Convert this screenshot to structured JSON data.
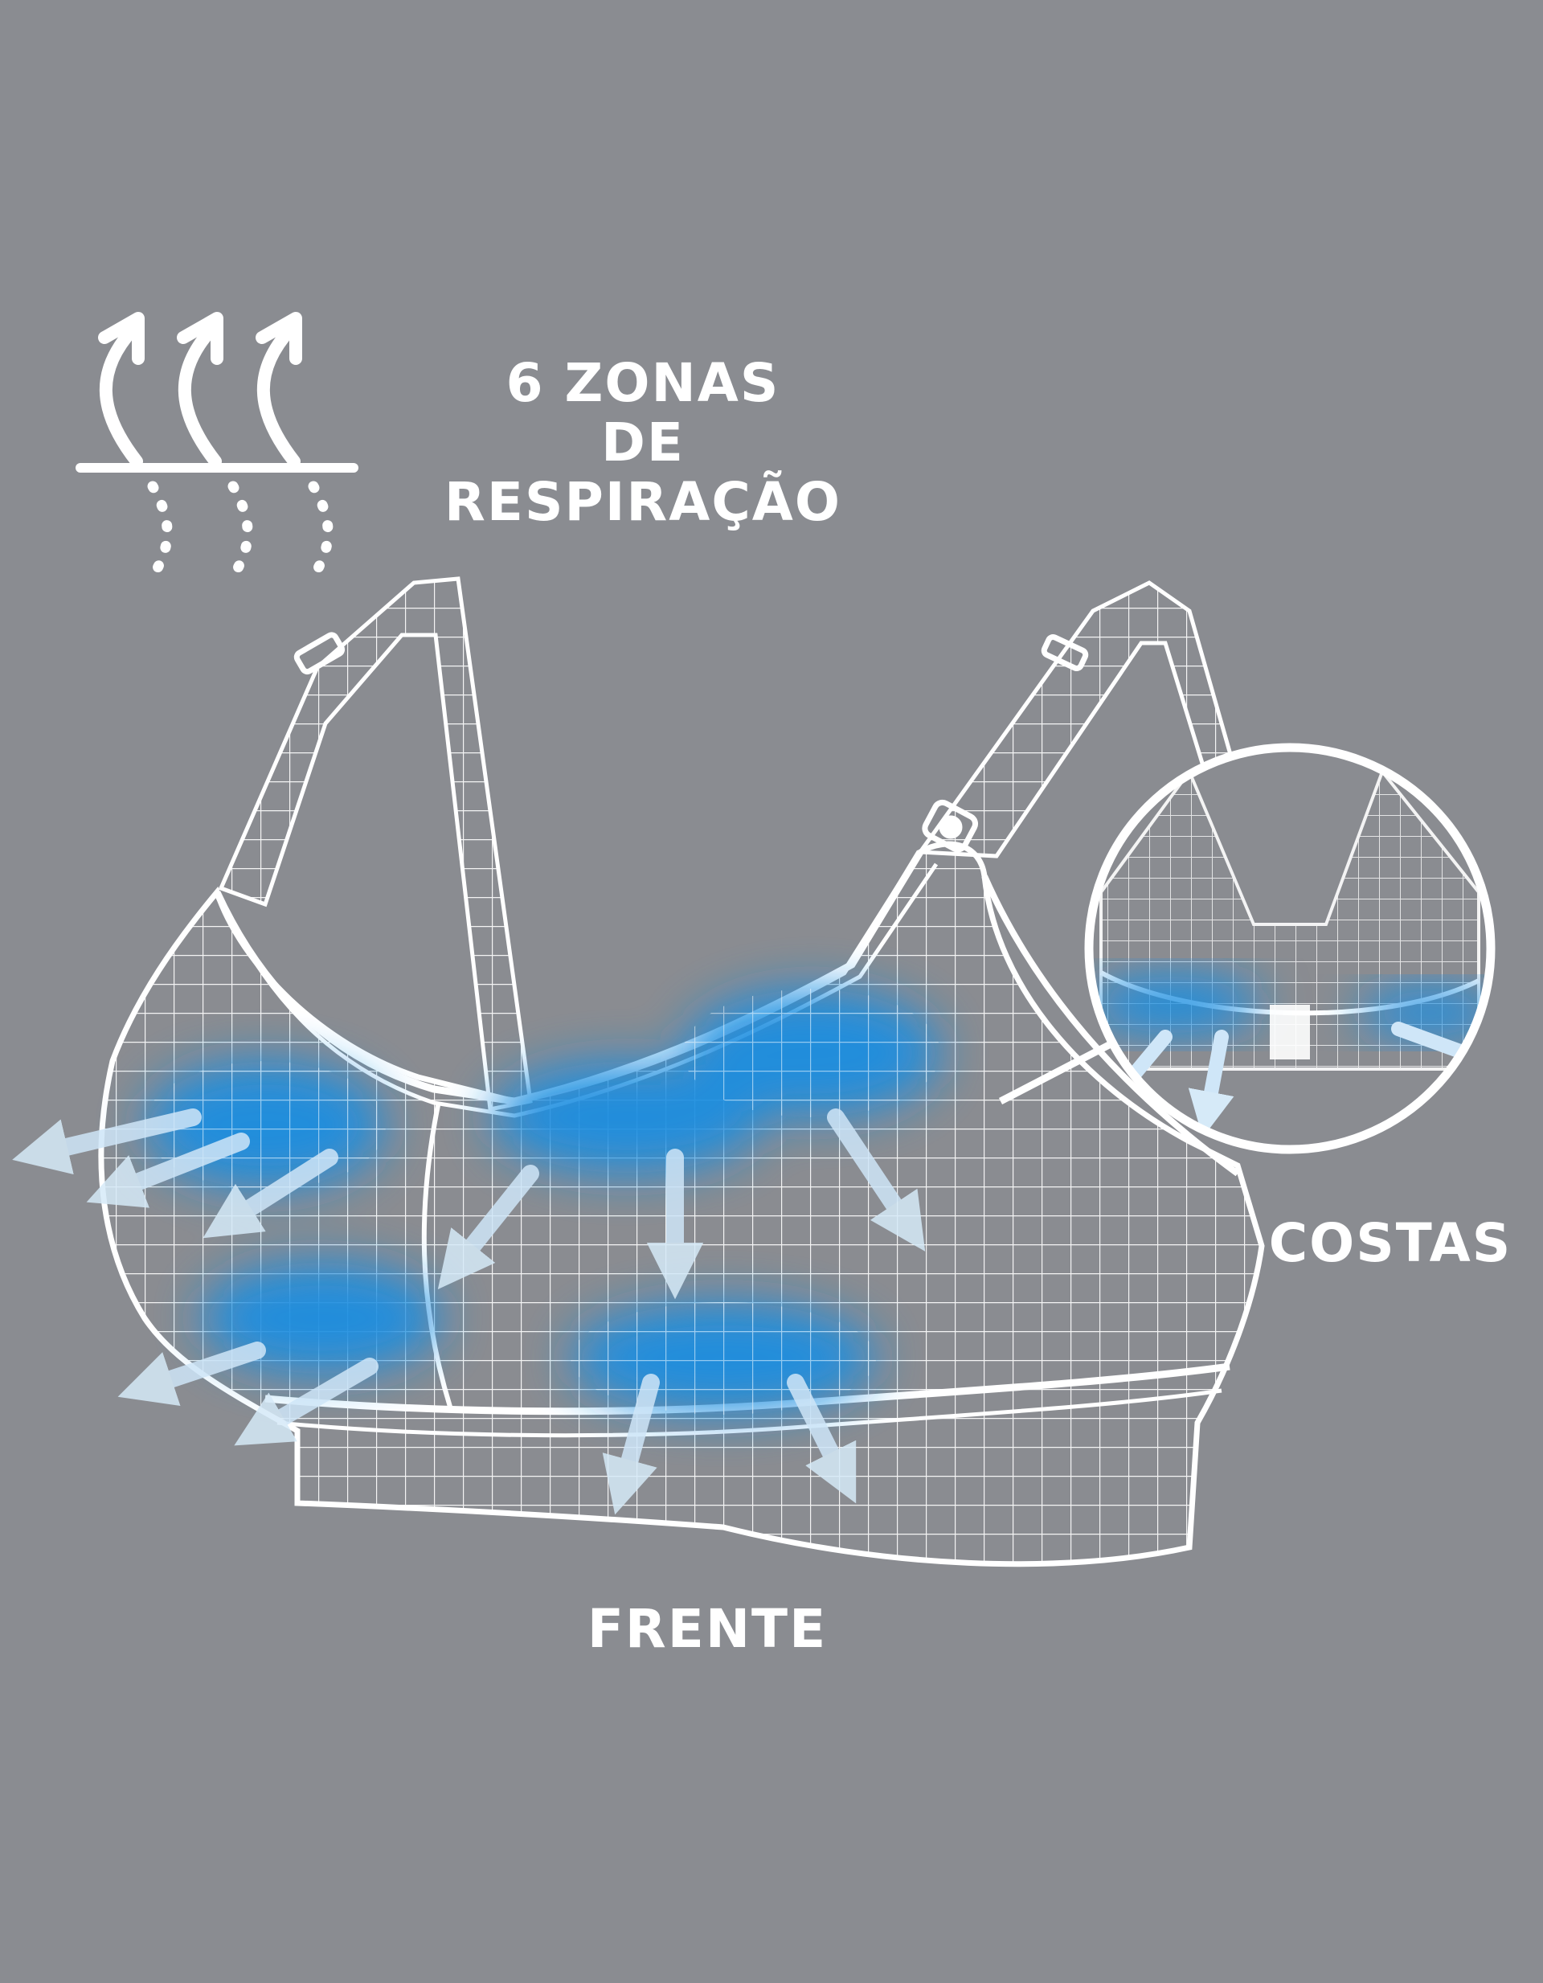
{
  "headline": {
    "line1": "6 ZONAS",
    "line2": "DE RESPIRAÇÃO"
  },
  "labels": {
    "back": "COSTAS",
    "front": "FRENTE"
  },
  "icons": {
    "breathable": "breathable-fabric-icon",
    "airflow": "airflow-arrow-icon"
  },
  "colors": {
    "background": "#8a8c91",
    "mesh": "#ffffff",
    "zone": "#1e8ee0",
    "arrow": "#cfe6f8"
  }
}
